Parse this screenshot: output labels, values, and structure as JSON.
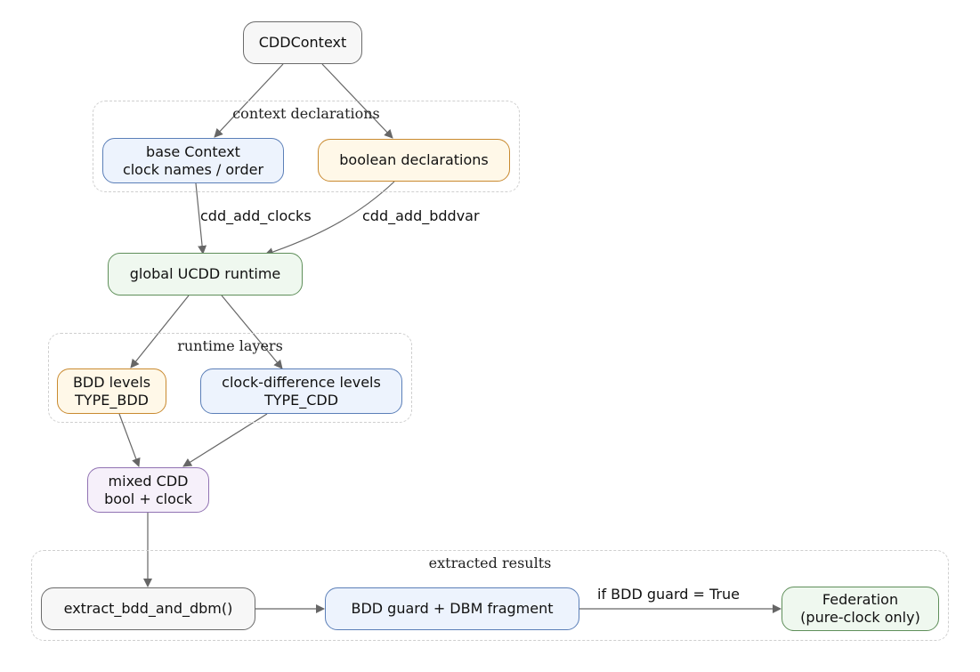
{
  "colors": {
    "neutral_fill": "#f7f7f7",
    "neutral_border": "#6b6b6b",
    "blue_fill": "#edf3fd",
    "blue_border": "#5b7fb8",
    "orange_fill": "#fff8e8",
    "orange_border": "#c98a30",
    "green_fill": "#eff8ef",
    "green_border": "#5f8f5a",
    "purple_fill": "#f6f0fa",
    "purple_border": "#9173b3",
    "white_fill": "#ffffff",
    "edge": "#666666",
    "cluster_border": "#cfcfcf"
  },
  "clusters": {
    "context_declarations": {
      "label": "context declarations"
    },
    "runtime_layers": {
      "label": "runtime layers"
    },
    "extracted_results": {
      "label": "extracted results"
    }
  },
  "nodes": {
    "cddcontext": {
      "lines": [
        "CDDContext"
      ]
    },
    "base_context": {
      "lines": [
        "base Context",
        "clock names / order"
      ]
    },
    "boolean_declarations": {
      "lines": [
        "boolean declarations"
      ]
    },
    "global_ucdd_runtime": {
      "lines": [
        "global UCDD runtime"
      ]
    },
    "bdd_levels": {
      "lines": [
        "BDD levels",
        "TYPE_BDD"
      ]
    },
    "clock_difference_levels": {
      "lines": [
        "clock-difference levels",
        "TYPE_CDD"
      ]
    },
    "mixed_cdd": {
      "lines": [
        "mixed CDD",
        "bool + clock"
      ]
    },
    "extract_bdd_and_dbm": {
      "lines": [
        "extract_bdd_and_dbm()"
      ]
    },
    "bdd_guard_dbm_fragment": {
      "lines": [
        "BDD guard + DBM fragment"
      ]
    },
    "federation": {
      "lines": [
        "Federation",
        "(pure-clock only)"
      ]
    }
  },
  "edge_labels": {
    "cdd_add_clocks": "cdd_add_clocks",
    "cdd_add_bddvar": "cdd_add_bddvar",
    "if_bdd_guard_true": "if BDD guard = True"
  }
}
